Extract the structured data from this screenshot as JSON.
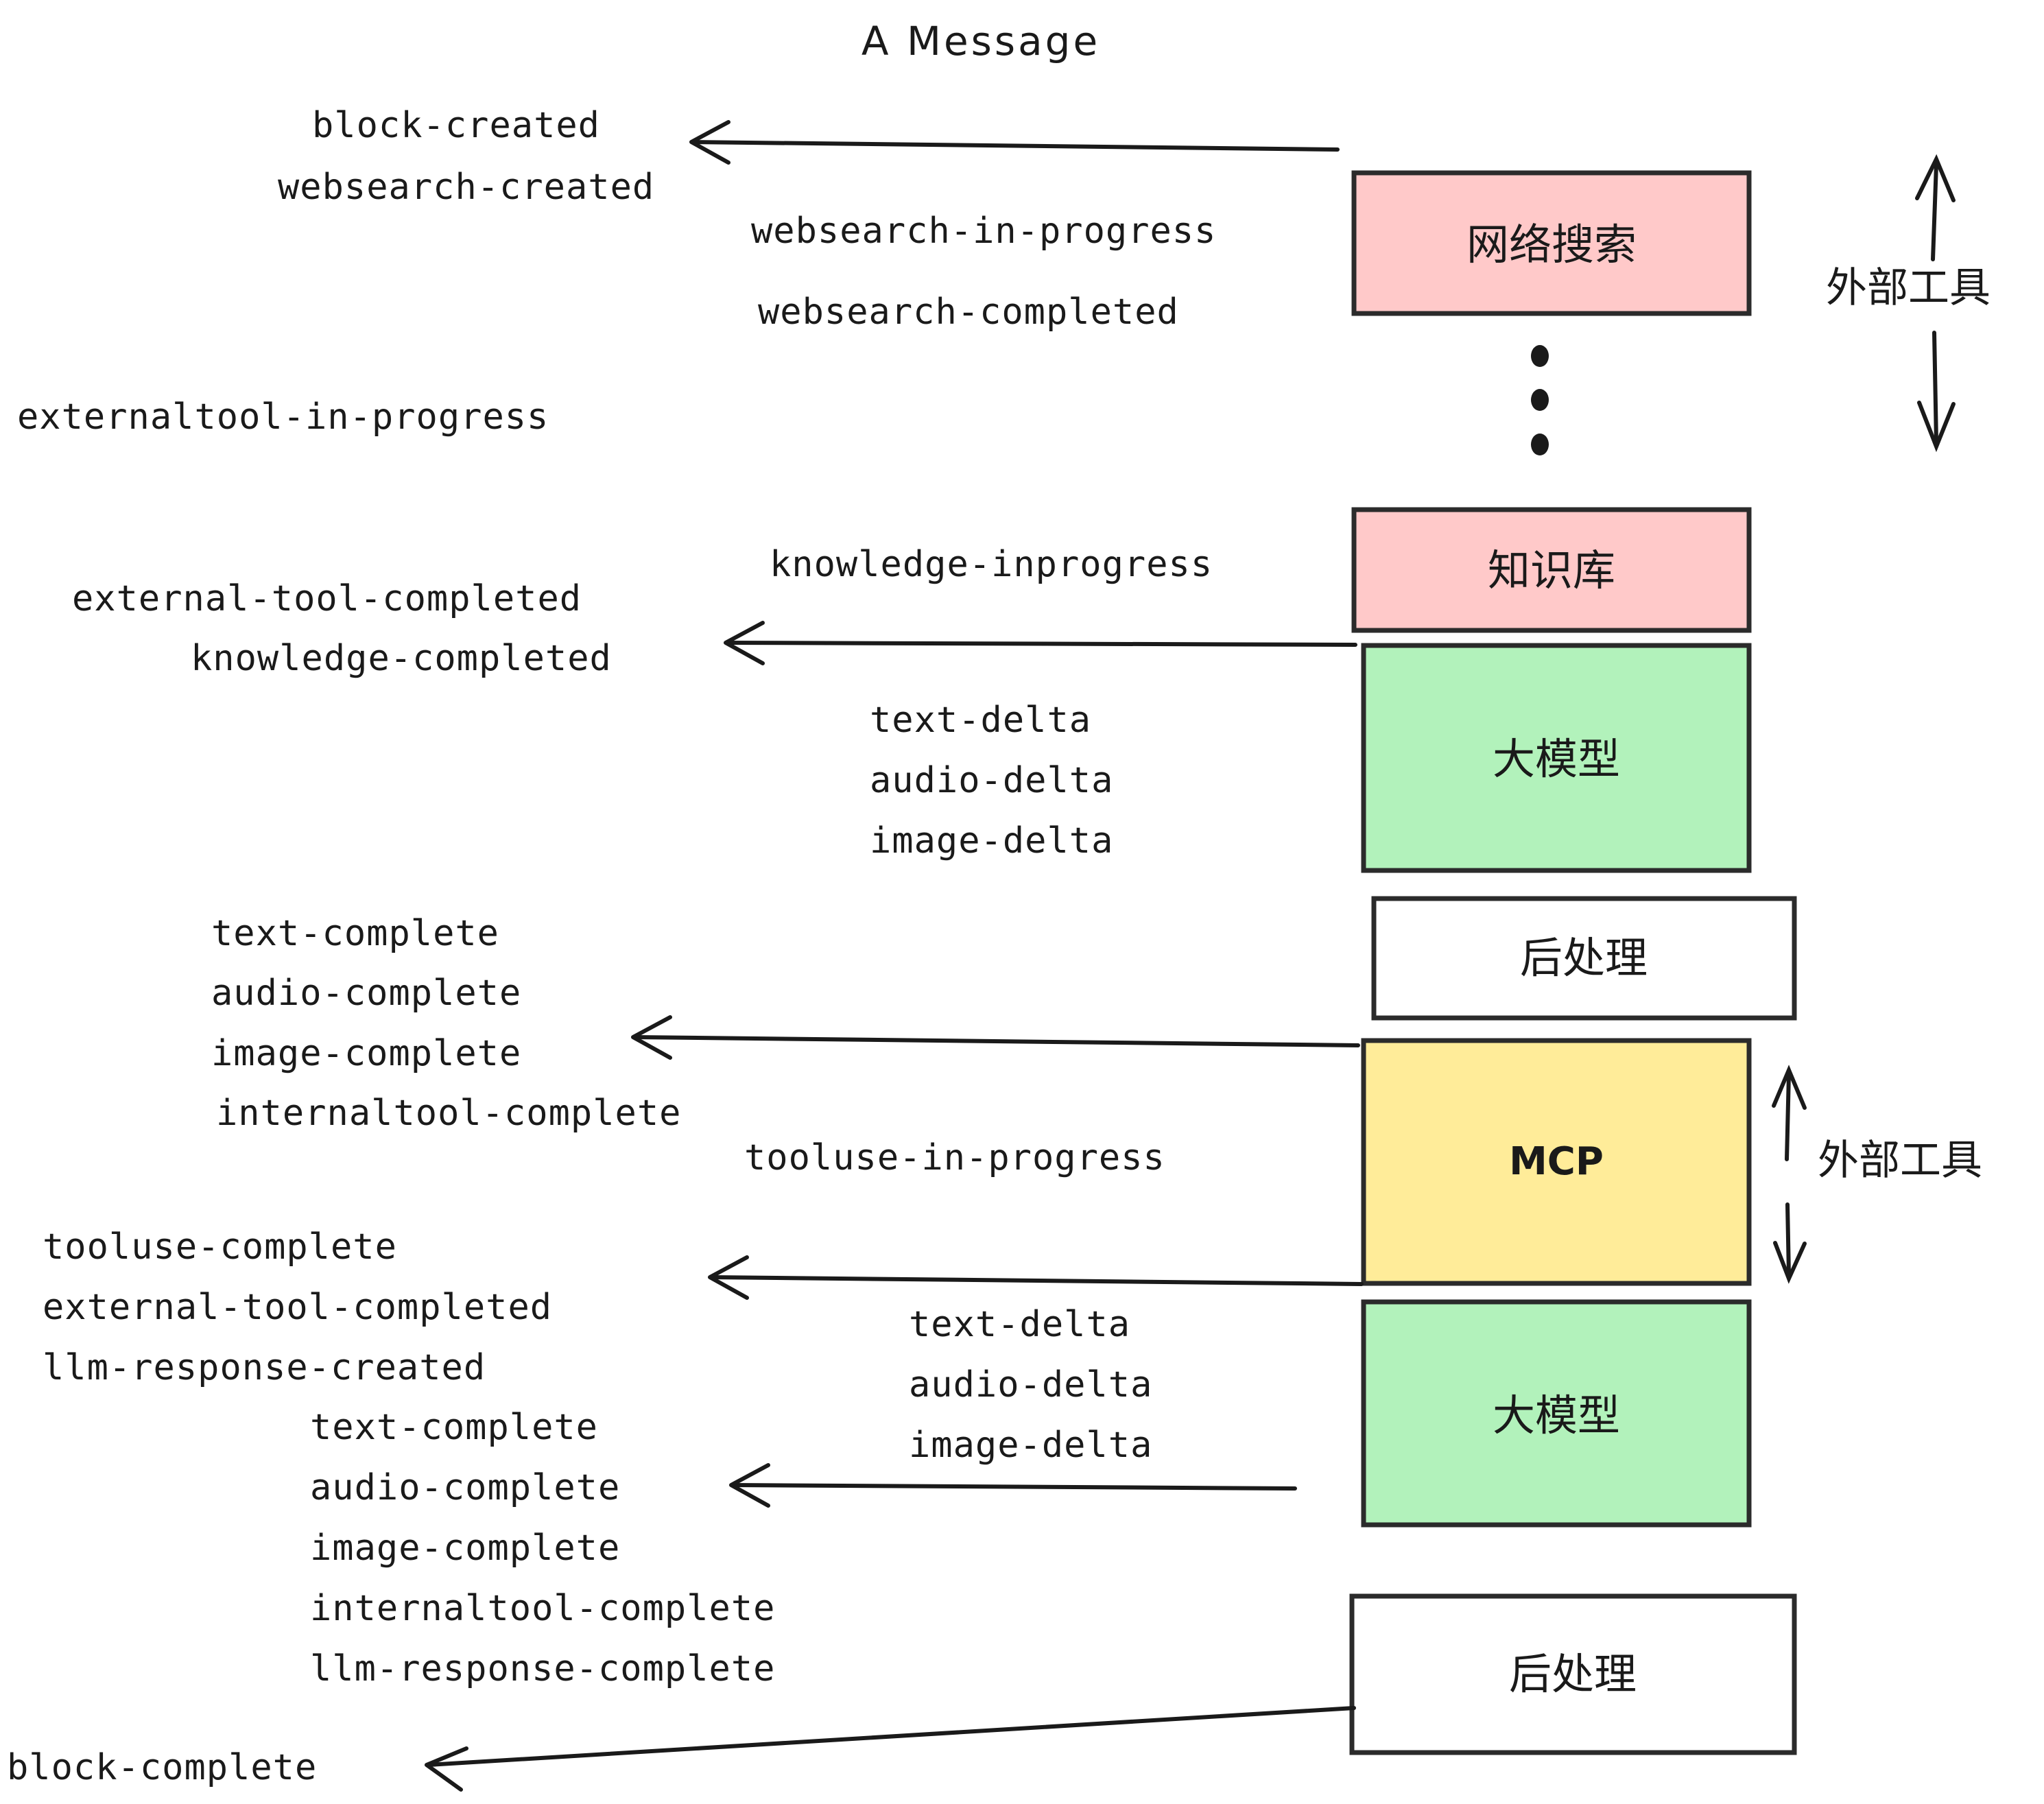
{
  "diagram": {
    "title": "A Message",
    "colors": {
      "pink": "#ffc9c9",
      "green": "#b2f2bb",
      "yellow": "#ffec99",
      "white": "#ffffff",
      "stroke": "#2b2b2b",
      "text": "#1a1a1a"
    },
    "nodes": [
      {
        "id": "websearch",
        "label": "网络搜索",
        "fill": "#ffc9c9"
      },
      {
        "id": "knowledge",
        "label": "知识库",
        "fill": "#ffc9c9"
      },
      {
        "id": "llm-top",
        "label": "大模型",
        "fill": "#b2f2bb"
      },
      {
        "id": "post-top",
        "label": "后处理",
        "fill": "#ffffff"
      },
      {
        "id": "mcp",
        "label": "MCP",
        "fill": "#ffec99"
      },
      {
        "id": "llm-bottom",
        "label": "大模型",
        "fill": "#b2f2bb"
      },
      {
        "id": "post-bottom",
        "label": "后处理",
        "fill": "#ffffff"
      }
    ],
    "side_labels": [
      {
        "id": "external-tools-top",
        "label": "外部工具"
      },
      {
        "id": "external-tools-bottom",
        "label": "外部工具"
      }
    ],
    "events": [
      {
        "id": "block-created",
        "text": "block-created"
      },
      {
        "id": "websearch-created",
        "text": "websearch-created"
      },
      {
        "id": "websearch-in-progress",
        "text": "websearch-in-progress"
      },
      {
        "id": "websearch-completed",
        "text": "websearch-completed"
      },
      {
        "id": "externaltool-in-progress",
        "text": "externaltool-in-progress"
      },
      {
        "id": "knowledge-inprogress",
        "text": "knowledge-inprogress"
      },
      {
        "id": "external-tool-completed-1",
        "text": "external-tool-completed"
      },
      {
        "id": "knowledge-completed",
        "text": "knowledge-completed"
      },
      {
        "id": "text-delta-1",
        "text": "text-delta"
      },
      {
        "id": "audio-delta-1",
        "text": "audio-delta"
      },
      {
        "id": "image-delta-1",
        "text": "image-delta"
      },
      {
        "id": "text-complete-1",
        "text": "text-complete"
      },
      {
        "id": "audio-complete-1",
        "text": "audio-complete"
      },
      {
        "id": "image-complete-1",
        "text": "image-complete"
      },
      {
        "id": "internaltool-complete-1",
        "text": "internaltool-complete"
      },
      {
        "id": "tooluse-in-progress",
        "text": "tooluse-in-progress"
      },
      {
        "id": "tooluse-complete",
        "text": "tooluse-complete"
      },
      {
        "id": "external-tool-completed-2",
        "text": "external-tool-completed"
      },
      {
        "id": "llm-response-created",
        "text": "llm-response-created"
      },
      {
        "id": "text-complete-2",
        "text": "text-complete"
      },
      {
        "id": "audio-complete-2",
        "text": "audio-complete"
      },
      {
        "id": "image-complete-2",
        "text": "image-complete"
      },
      {
        "id": "internaltool-complete-2",
        "text": "internaltool-complete"
      },
      {
        "id": "llm-response-complete",
        "text": "llm-response-complete"
      },
      {
        "id": "text-delta-2",
        "text": "text-delta"
      },
      {
        "id": "audio-delta-2",
        "text": "audio-delta"
      },
      {
        "id": "image-delta-2",
        "text": "image-delta"
      },
      {
        "id": "block-complete",
        "text": "block-complete"
      }
    ]
  }
}
